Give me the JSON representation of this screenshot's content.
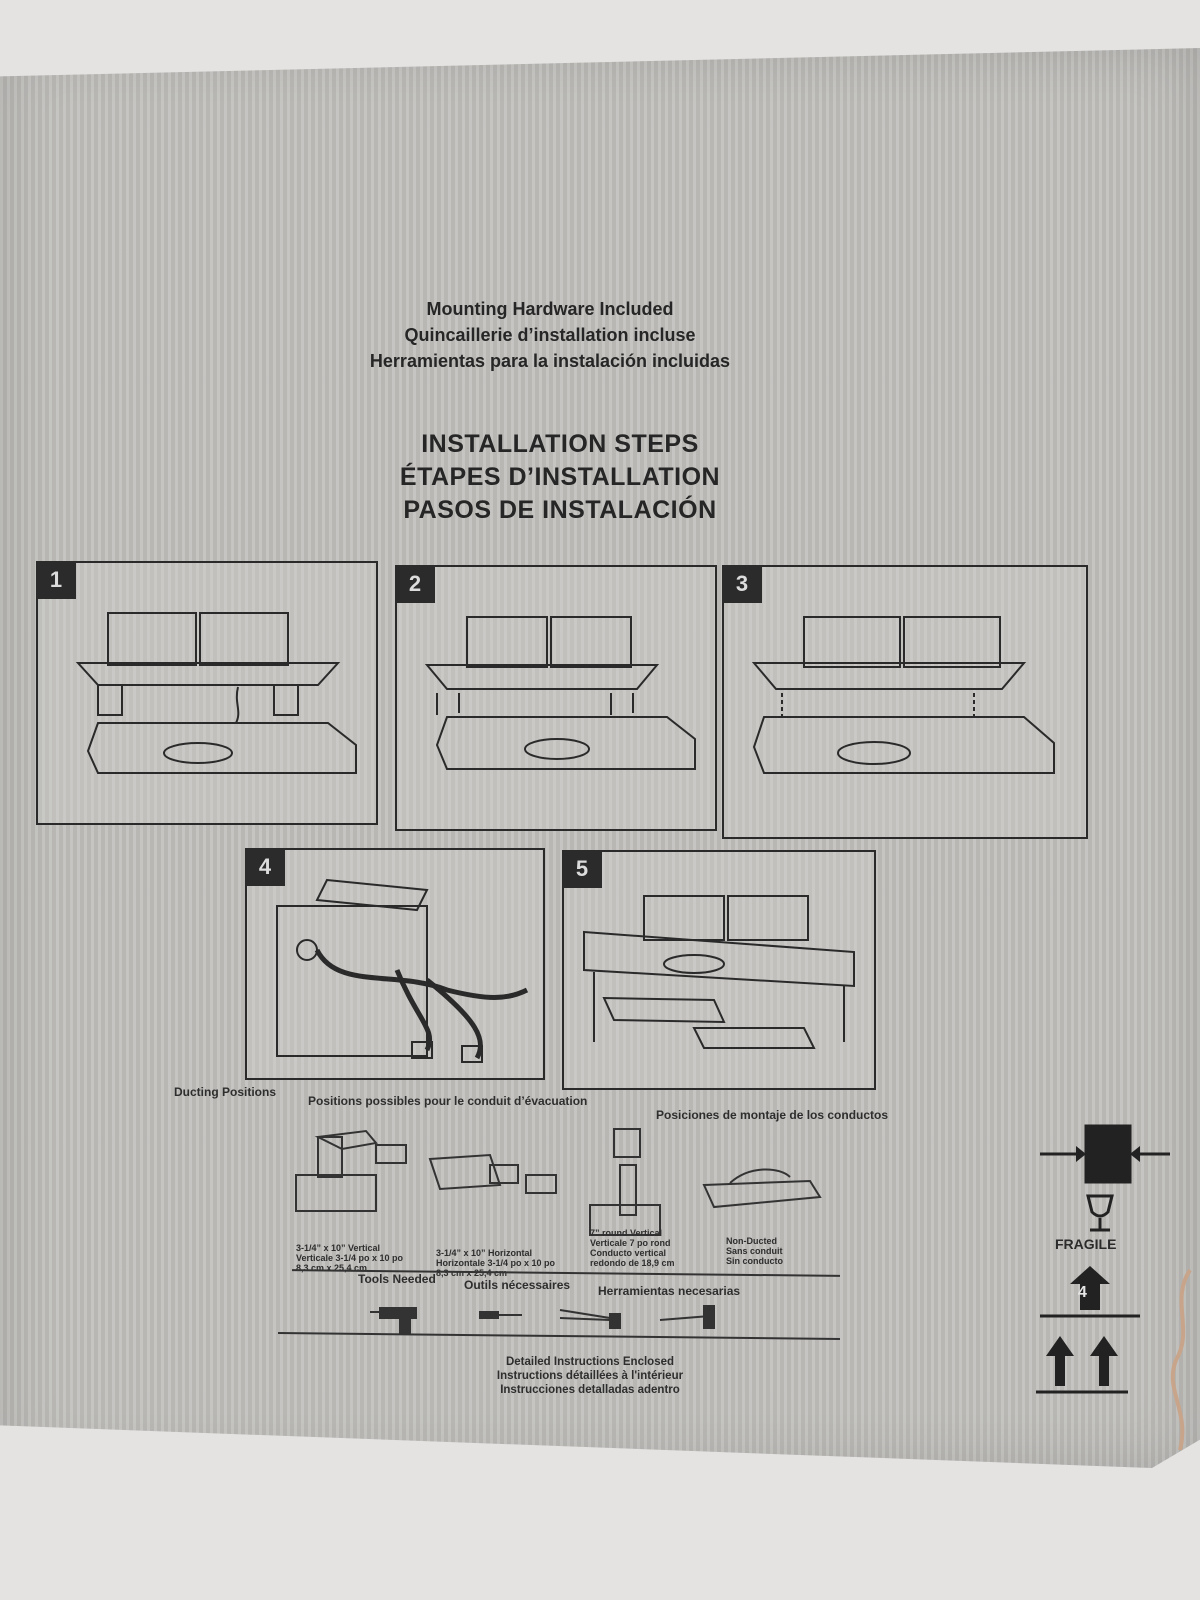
{
  "hardware": {
    "line1": "Mounting Hardware Included",
    "line2": "Quincaillerie d’installation incluse",
    "line3": "Herramientas para la instalación incluidas"
  },
  "installation": {
    "en": "INSTALLATION STEPS",
    "fr": "ÉTAPES D’INSTALLATION",
    "es": "PASOS DE INSTALACIÓN"
  },
  "steps": [
    "1",
    "2",
    "3",
    "4",
    "5"
  ],
  "ducting": {
    "en": "Ducting Positions",
    "fr": "Positions possibles pour le conduit d’évacuation",
    "es": "Posiciones de montaje de los conductos",
    "options": [
      "3-1/4” x 10” Vertical\nVerticale 3-1/4 po x 10 po\n8,3 cm x 25,4 cm",
      "3-1/4” x 10” Horizontal\nHorizontale 3-1/4 po x 10 po\n8,3 cm x 25,4 cm",
      "7” round Vertical\nVerticale 7 po rond\nConducto vertical\nredondo de 18,9 cm",
      "Non-Ducted\nSans conduit\nSin conducto"
    ]
  },
  "tools": {
    "en": "Tools Needed",
    "fr": "Outils nécessaires",
    "es": "Herramientas necesarias",
    "icons": [
      "drill-icon",
      "screwdriver-icon",
      "pliers-icon",
      "hammer-icon"
    ]
  },
  "detailed": {
    "en": "Detailed Instructions Enclosed",
    "fr": "Instructions détaillées à l'intérieur",
    "es": "Instrucciones detalladas adentro"
  },
  "symbols": {
    "fragile": "FRAGILE",
    "stack_limit": "4"
  }
}
